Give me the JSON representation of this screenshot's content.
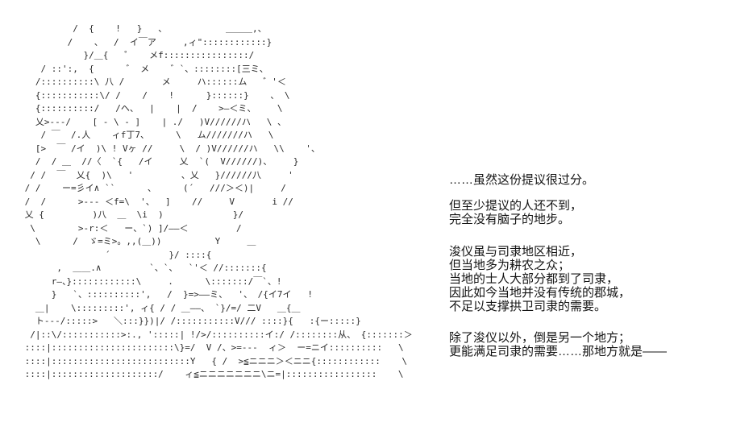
{
  "page": {
    "background_color": "#ffffff",
    "text_color": "#141414",
    "aa_color": "#2a2a2a"
  },
  "ascii_art": {
    "lines": [
      "          /  {    !   }   、           ＿＿＿,、",
      "         /    、  /  イ￣ア     ,ィ\"::::::::::::}",
      "            }/＿{   ゜   メf::::::::::::::::/",
      "    / ::':,  {      ゛ メ    ゛`、::::::::[三ミ、",
      "   /::::::::::\\ 八 /       メ     ハ::::::ム   ゛'＜",
      "   {:::::::::::\\/ /    /    !      }::::::}    、 \\",
      "   {::::::::::/   /ヘ、  |    |  /    >―＜ミ、    \\",
      "   乂>---/    [ - \\ - ]    | ./   )V//////ハ   \\ 、",
      "    / ￣  /.人    ィf丁7、     \\   ム///////ハ   \\",
      "   [>  ￣ /イ  )\\ ! Vヶ //     \\  / )V//////ハ   \\\\    '、",
      "   /  / ＿  //〈  `{   /イ     乂  `(  V//////)、    }",
      "  / /  ￣  乂{  )\\   '         、乂   }//////八     '",
      " / /    ー=彡イ∧ ``      、     (´   ///＞＜)|     /",
      " /  /      >--- ＜f=\\  '、  ]    //     V       i //",
      " 乂 {         )八  ＿  \\i  )             }/",
      "  \\        >-r:＜   ー、`) ]/――＜         /",
      "   \\      /  ゞ=ミ>。,,(＿))          Y     ＿",
      "                ´           }/ ::::{",
      "       ,  ＿＿.∧         `、`、  `'＜ //:::::::{",
      "      r―、}::::::::::::\\     .      \\:::::::/￣`、!",
      "      }   `、::::::::::',   /  }=>――ミ、  '、 /{イ7イ   !",
      "   ＿|    \\:::::::::', ィ{ / / ＿――、 `}/=/ 二V   ＿{＿",
      "   ト---/:::::>   ＼:::}})|/ /:::::::::::V/// ::::}{   :{ー:::::}",
      "  /|::\\/:::::::::::>:., ':::::| !/>/::::::::::イ:/ /::::::::从、 {:::::::＞",
      " ::::|:::::::::::::::::::::::\\}=/  V /、>=---  ィ＞  ー=ニイ::::::::::   \\",
      " ::::|::::::::::::::::::::::::::Y   { /  >≦ニニニ＞＜ニニ{::::::::::::    \\",
      " ::::|::::::::::::::::::::/    ィ≦ニニニニニニニ\\ニ=|:::::::::::::::::    \\"
    ]
  },
  "dialogue": {
    "blocks": [
      {
        "lines": [
          "……虽然这份提议很过分。"
        ]
      },
      {
        "lines": [
          "但至少提议的人还不到，",
          "完全没有脑子的地步。"
        ]
      },
      {
        "lines": [
          "浚仪虽与司隶地区相近，",
          "但当地多为耕农之众；",
          "当地的士人大部分都到了司隶，",
          "因此如今当地并没有传统的郡城，",
          "不足以支撑拱卫司隶的需要。"
        ]
      },
      {
        "lines": [
          "除了浚仪以外，倒是另一个地方；",
          "更能满足司隶的需要……那地方就是——"
        ]
      }
    ]
  }
}
